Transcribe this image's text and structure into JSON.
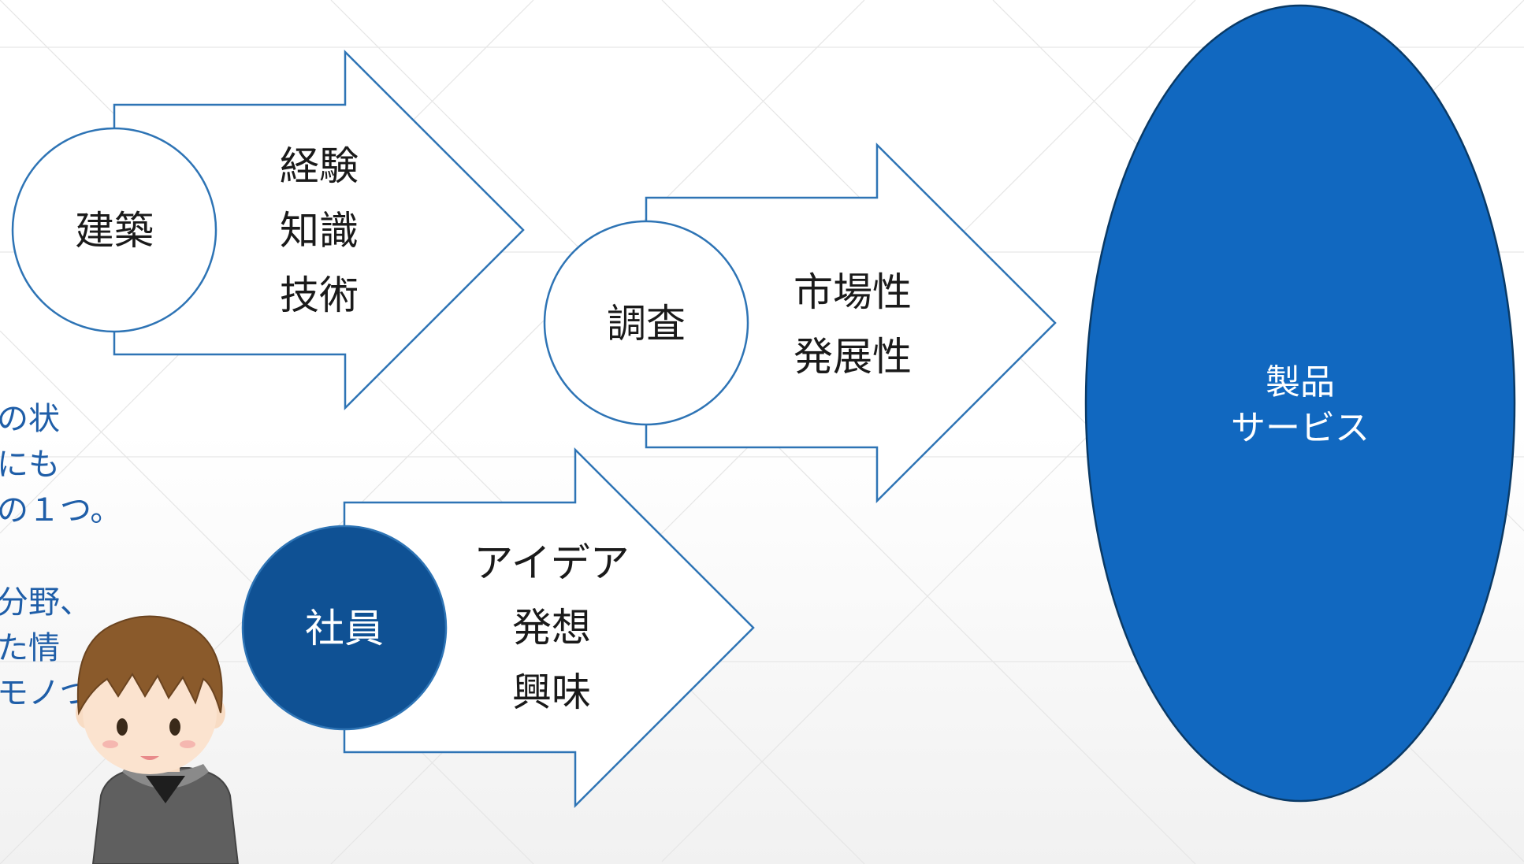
{
  "diagram": {
    "nodes": [
      {
        "id": "architecture",
        "label": "建築",
        "items": [
          "経験",
          "知識",
          "技術"
        ]
      },
      {
        "id": "research",
        "label": "調査",
        "items": [
          "市場性",
          "発展性"
        ]
      },
      {
        "id": "employees",
        "label": "社員",
        "items": [
          "アイデア",
          "発想",
          "興味"
        ]
      }
    ],
    "product": {
      "line1": "製品",
      "line2": "サービス"
    },
    "side_text_fragments": [
      "の状",
      "にも",
      "の１つ。",
      "分野、",
      "た情",
      "モノづ"
    ]
  },
  "colors": {
    "arrow_outline": "#2e74b5",
    "dark_circle_fill": "#0f5194",
    "product_fill": "#1168c0",
    "side_text": "#1f5ea8"
  }
}
